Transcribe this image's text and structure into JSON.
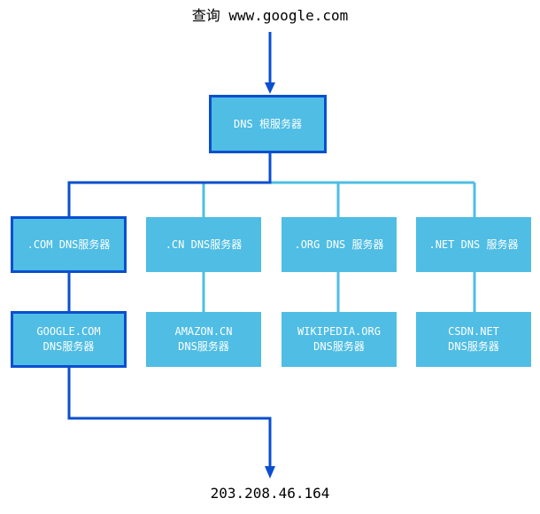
{
  "query_label": "查询 www.google.com",
  "root": {
    "label": "DNS 根服务器"
  },
  "tld_servers": [
    {
      "label": ".COM DNS服务器"
    },
    {
      "label": ".CN DNS服务器"
    },
    {
      "label": ".ORG DNS 服务器"
    },
    {
      "label": ".NET DNS 服务器"
    }
  ],
  "authoritative_servers": [
    {
      "line1": "GOOGLE.COM",
      "line2": "DNS服务器"
    },
    {
      "line1": "AMAZON.CN",
      "line2": "DNS服务器"
    },
    {
      "line1": "WIKIPEDIA.ORG",
      "line2": "DNS服务器"
    },
    {
      "line1": "CSDN.NET",
      "line2": "DNS服务器"
    }
  ],
  "result_ip": "203.208.46.164",
  "colors": {
    "box_fill": "#4fbde4",
    "highlight": "#0b4fcf",
    "connector": "#4fbde4"
  }
}
